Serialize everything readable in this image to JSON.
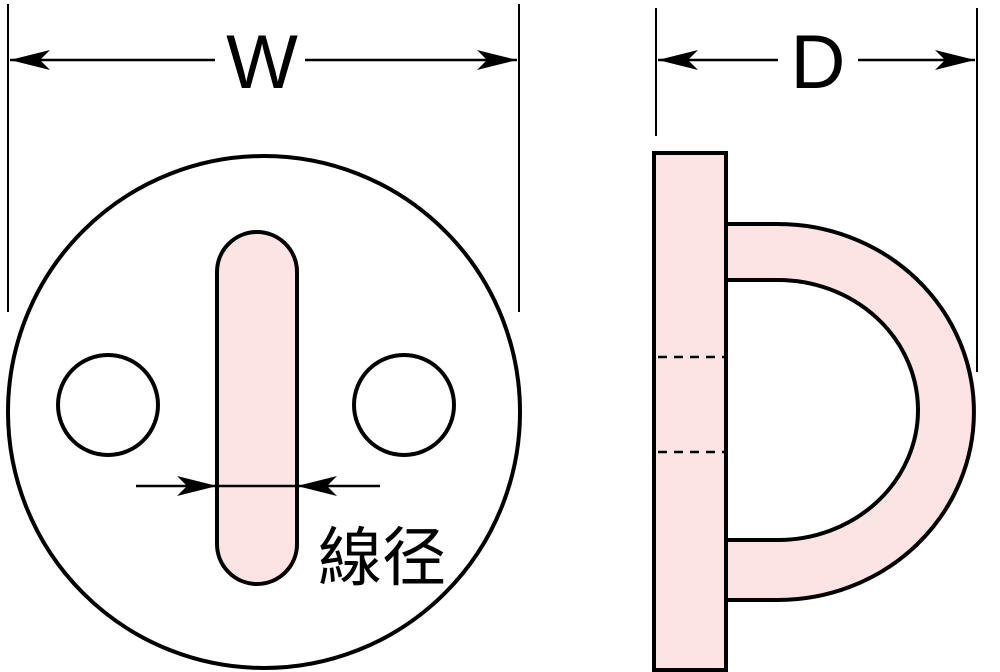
{
  "labels": {
    "width": "W",
    "depth": "D",
    "wire_diameter": "線径"
  },
  "colors": {
    "outline": "#000000",
    "fill_part": "#fde4e4",
    "background": "#ffffff"
  }
}
